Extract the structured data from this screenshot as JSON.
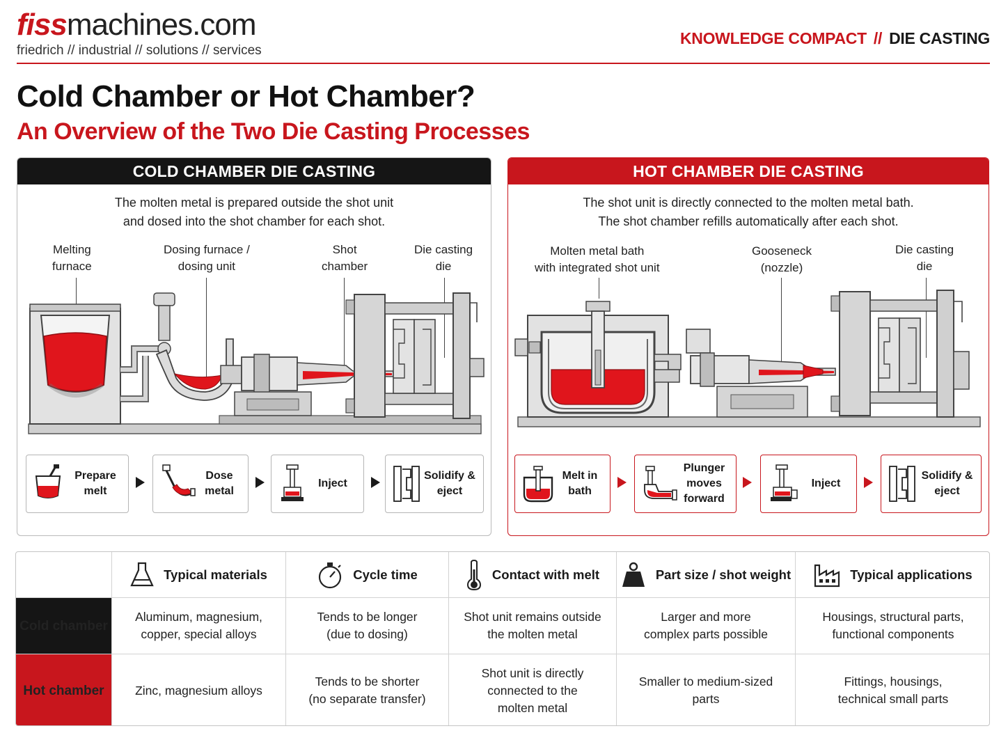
{
  "header": {
    "logo_brand": "fiss",
    "logo_domain": "machines.com",
    "logo_tagline": "friedrich // industrial // solutions // services",
    "category": "KNOWLEDGE COMPACT",
    "separator": "//",
    "topic": "DIE CASTING"
  },
  "title": "Cold Chamber or Hot Chamber?",
  "subtitle": "An Overview of the Two Die Casting Processes",
  "colors": {
    "brand_red": "#c8161d",
    "dark": "#151515",
    "melt": "#e0151c",
    "machine_grey": "#d9d9d9"
  },
  "cold": {
    "heading": "COLD CHAMBER DIE CASTING",
    "description_line1": "The molten metal is prepared outside the shot unit",
    "description_line2": "and dosed into the shot chamber for each shot.",
    "labels": {
      "melting_furnace_1": "Melting",
      "melting_furnace_2": "furnace",
      "dosing_1": "Dosing furnace /",
      "dosing_2": "dosing unit",
      "shot_chamber_1": "Shot",
      "shot_chamber_2": "chamber",
      "die_1": "Die casting",
      "die_2": "die"
    },
    "steps": [
      {
        "line1": "Prepare",
        "line2": "melt",
        "icon": "crucible-icon"
      },
      {
        "line1": "Dose",
        "line2": "metal",
        "icon": "ladle-icon"
      },
      {
        "line1": "Inject",
        "line2": "",
        "icon": "plunger-icon"
      },
      {
        "line1": "Solidify &",
        "line2": "eject",
        "icon": "die-icon"
      }
    ]
  },
  "hot": {
    "heading": "HOT CHAMBER DIE CASTING",
    "description_line1": "The shot unit is directly connected to the molten metal bath.",
    "description_line2": "The shot chamber refills automatically after each shot.",
    "labels": {
      "bath_1": "Molten metal bath",
      "bath_2": "with integrated shot unit",
      "gooseneck_1": "Gooseneck",
      "gooseneck_2": "(nozzle)",
      "die_1": "Die casting",
      "die_2": "die"
    },
    "steps": [
      {
        "line1": "Melt in",
        "line2": "bath",
        "icon": "bath-icon"
      },
      {
        "line1": "Plunger",
        "line2": "moves",
        "line3": "forward",
        "icon": "gooseneck-icon"
      },
      {
        "line1": "Inject",
        "line2": "",
        "icon": "plunger-icon"
      },
      {
        "line1": "Solidify &",
        "line2": "eject",
        "icon": "die-icon"
      }
    ]
  },
  "comparison": {
    "columns": [
      {
        "label": "Typical materials",
        "icon": "flask-icon"
      },
      {
        "label": "Cycle time",
        "icon": "stopwatch-icon"
      },
      {
        "label": "Contact with melt",
        "icon": "thermometer-icon"
      },
      {
        "label": "Part size / shot weight",
        "icon": "weight-icon"
      },
      {
        "label": "Typical applications",
        "icon": "factory-icon"
      }
    ],
    "rows": [
      {
        "label": "Cold chamber",
        "cells": [
          [
            "Aluminum, magnesium,",
            "copper, special alloys"
          ],
          [
            "Tends to be longer",
            "(due to dosing)"
          ],
          [
            "Shot unit remains outside",
            "the molten metal"
          ],
          [
            "Larger and more",
            "complex parts possible"
          ],
          [
            "Housings, structural parts,",
            "functional components"
          ]
        ]
      },
      {
        "label": "Hot chamber",
        "cells": [
          [
            "Zinc, magnesium alloys"
          ],
          [
            "Tends to be shorter",
            "(no separate transfer)"
          ],
          [
            "Shot unit is directly",
            "connected to the",
            "molten metal"
          ],
          [
            "Smaller to medium-sized",
            "parts"
          ],
          [
            "Fittings, housings,",
            "technical small parts"
          ]
        ]
      }
    ]
  }
}
